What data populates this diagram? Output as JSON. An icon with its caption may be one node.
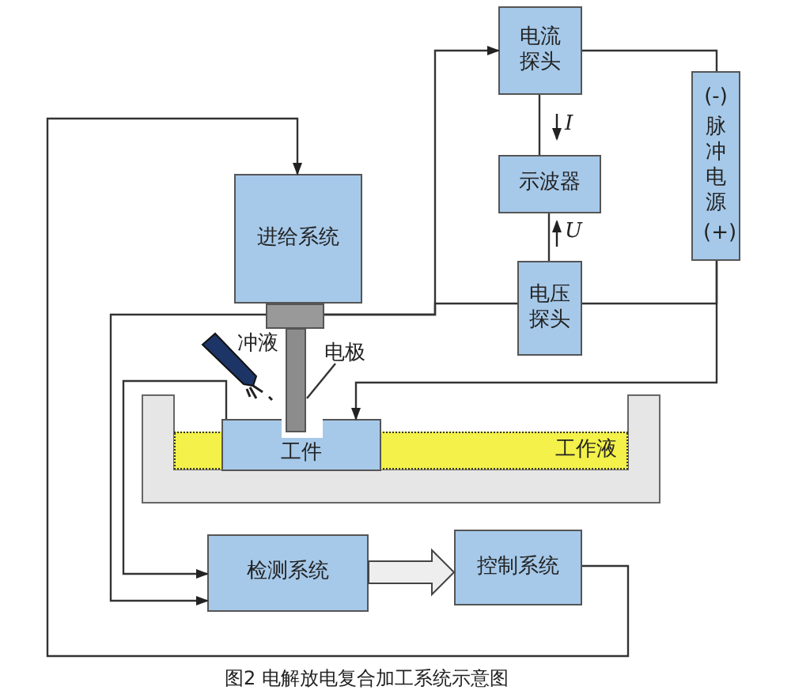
{
  "diagram": {
    "caption": "图2 电解放电复合加工系统示意图",
    "nodes": [
      {
        "text": [
          "电流探头"
        ]
      },
      {
        "text": [
          "(-)",
          "脉冲电源",
          "(+)"
        ]
      },
      {
        "text": [
          "示波器"
        ]
      },
      {
        "text": [
          "进给系统"
        ]
      },
      {
        "text": [
          "电压探头"
        ]
      },
      {
        "text": [
          "电极"
        ]
      },
      {
        "text": [],
        "shape": "bar"
      },
      {
        "text": [
          "工件"
        ]
      },
      {
        "text": [
          "工作液"
        ]
      },
      {
        "text": [
          "检测系统"
        ]
      },
      {
        "text": [
          "控制系统"
        ]
      }
    ],
    "edges": [
      {
        "from": 6,
        "to": 0,
        "arrow": "to"
      },
      {
        "from": 0,
        "to": 1,
        "arrow": "none"
      },
      {
        "from": 0,
        "to": 2,
        "arrow": "none",
        "label": "I"
      },
      {
        "from": 4,
        "to": 2,
        "arrow": "none",
        "label": "U"
      },
      {
        "from": 4,
        "to": 6,
        "arrow": "none"
      },
      {
        "from": 4,
        "to": 1,
        "arrow": "none"
      },
      {
        "from": 1,
        "to": 7,
        "arrow": "to"
      },
      {
        "from": 6,
        "to": 9,
        "arrow": "to"
      },
      {
        "from": 7,
        "to": 9,
        "arrow": "to"
      },
      {
        "from": 9,
        "to": 10,
        "arrow": "to",
        "style": "thick"
      },
      {
        "from": 10,
        "to": 3,
        "arrow": "to"
      },
      {
        "from": 5,
        "to": 6,
        "arrow": "none"
      }
    ],
    "labels": [
      "冲液"
    ]
  }
}
